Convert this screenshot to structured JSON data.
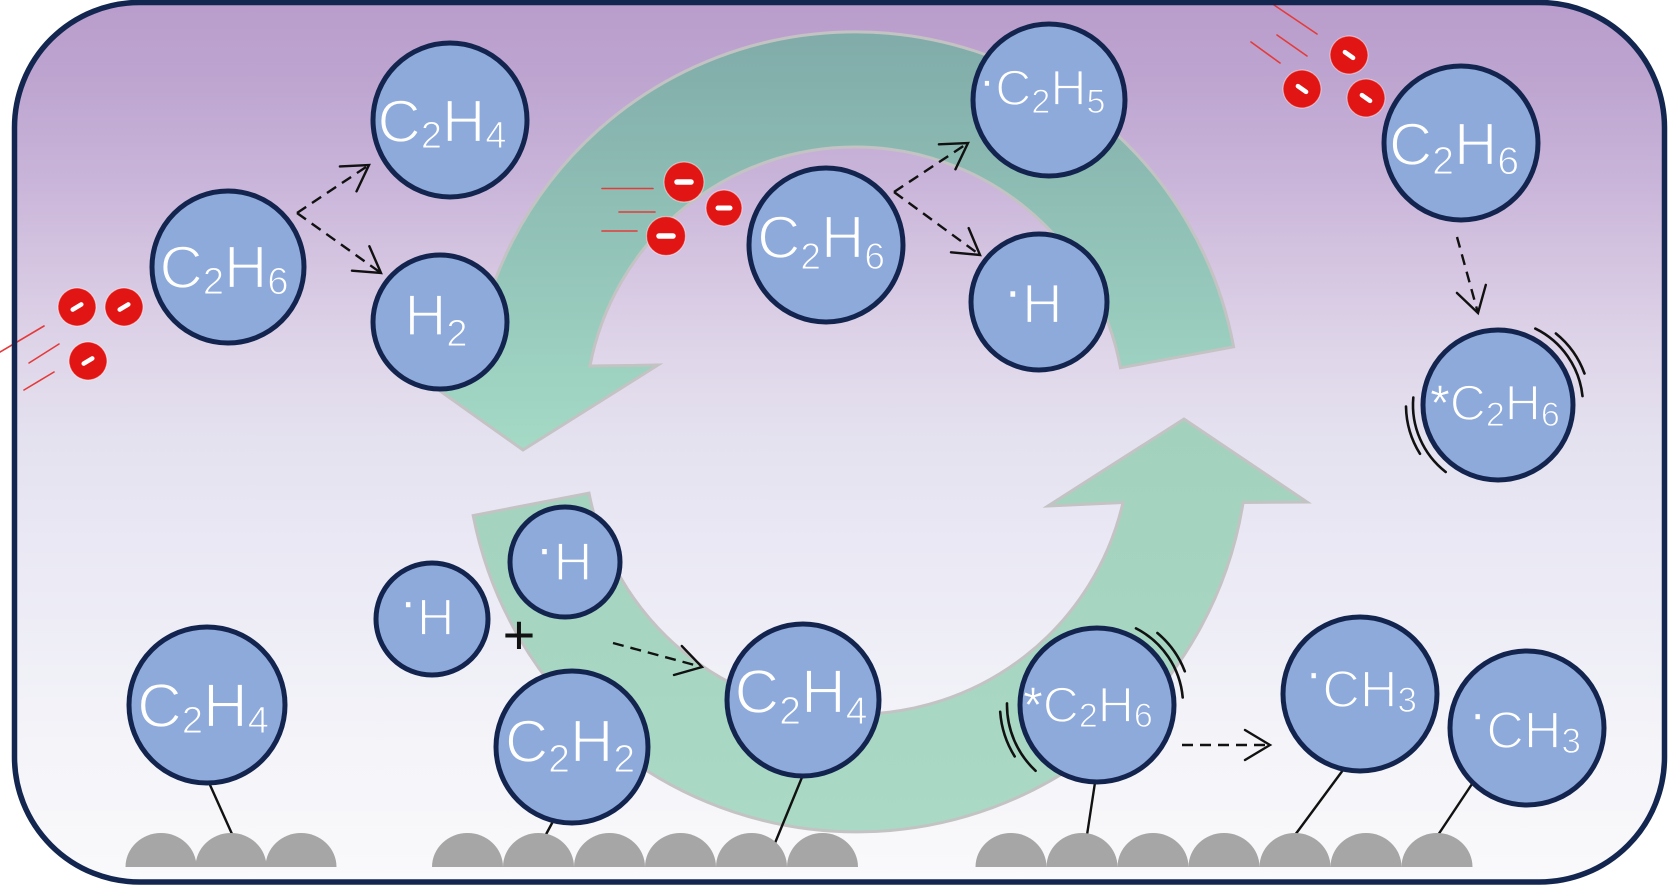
{
  "figure": {
    "gas_phase": {
      "left": {
        "electrons": 3,
        "reactant": "C2H6",
        "products": [
          "C2H4",
          "H2"
        ]
      },
      "center": {
        "electrons": 3,
        "reactant": "C2H6",
        "products": [
          "·C2H5",
          "·H"
        ]
      },
      "right": {
        "electrons": 3,
        "reactant": "C2H6",
        "product": "*C2H6"
      }
    },
    "surface": {
      "left": {
        "adsorbed": "C2H4"
      },
      "center": {
        "reactants": [
          "·H",
          "·H",
          "C2H2"
        ],
        "operator": "+",
        "product": "C2H4"
      },
      "right": {
        "reactant": "*C2H6",
        "products": [
          "·CH3",
          "·CH3"
        ]
      }
    }
  },
  "colors": {
    "background_top": "#b99ccb",
    "background_bottom": "#fafafc",
    "frame": "#13264f",
    "molecule_fill": "#8eaadb",
    "molecule_outline": "#13254f",
    "molecule_label": "#ffffff",
    "electron": "#e21515",
    "electron_trail": "#e53a3a",
    "cycle_arrow_upper": [
      "#80aba9",
      "#a4dac6"
    ],
    "cycle_arrow_lower": [
      "#a2d2be",
      "#aadac6"
    ],
    "cycle_arrow_outline": "#c3c3c3",
    "surface_site": "#a6a6a6",
    "reaction_arrow": "#111111"
  }
}
